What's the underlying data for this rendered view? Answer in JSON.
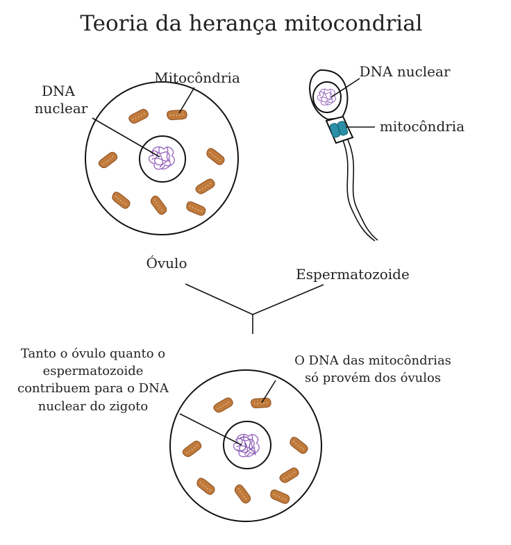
{
  "title": "Teoria da herança mitocondrial",
  "ovum": {
    "label": "Óvulo",
    "dna_label_line1": "DNA",
    "dna_label_line2": "nuclear",
    "mito_label": "Mitocôndria"
  },
  "sperm": {
    "label": "Espermatozoide",
    "dna_label": "DNA nuclear",
    "mito_label": "mitocôndria"
  },
  "zygote": {
    "left_note": [
      "Tanto o óvulo quanto o",
      "espermatozoide",
      "contribuem para o DNA",
      "nuclear do zigoto"
    ],
    "right_note": [
      "O DNA das mitocôndrias",
      "só provém dos óvulos"
    ]
  },
  "colors": {
    "mitochondria": "#c07a3c",
    "dna": "#9b6cc0",
    "sperm_mitochondria": "#2a8fa7"
  }
}
